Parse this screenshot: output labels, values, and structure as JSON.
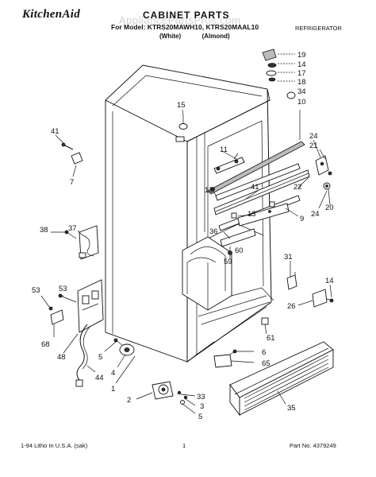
{
  "header": {
    "brand": "KitchenAid",
    "watermark": "AppliancePartsPros.com",
    "title": "CABINET PARTS",
    "model_line": "For Model: KTRS20MAWH10, KTRS20MAAL10",
    "variant_white": "(White)",
    "variant_almond": "(Almond)",
    "appliance_type": "REFRIGERATOR"
  },
  "callouts": [
    "19",
    "14",
    "17",
    "18",
    "34",
    "10",
    "15",
    "41",
    "7",
    "11",
    "24",
    "21",
    "12",
    "41",
    "22",
    "13",
    "36",
    "9",
    "24",
    "20",
    "38",
    "37",
    "60",
    "59",
    "31",
    "14",
    "53",
    "53",
    "26",
    "68",
    "48",
    "61",
    "44",
    "5",
    "4",
    "6",
    "65",
    "1",
    "2",
    "33",
    "3",
    "5",
    "35"
  ],
  "footer": {
    "print_info": "1-94 Litho In U.S.A. (sak)",
    "page_number": "1",
    "part_number": "Part No. 4379249"
  }
}
